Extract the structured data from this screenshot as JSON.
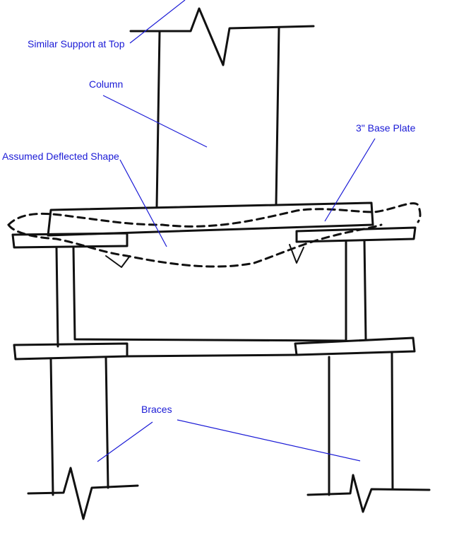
{
  "labels": {
    "similar_support": "Similar Support at Top",
    "column": "Column",
    "base_plate": "3\" Base Plate",
    "deflected_shape": "Assumed Deflected Shape",
    "braces": "Braces"
  },
  "colors": {
    "label_blue": "#1a1ad6",
    "ink": "#111111"
  }
}
